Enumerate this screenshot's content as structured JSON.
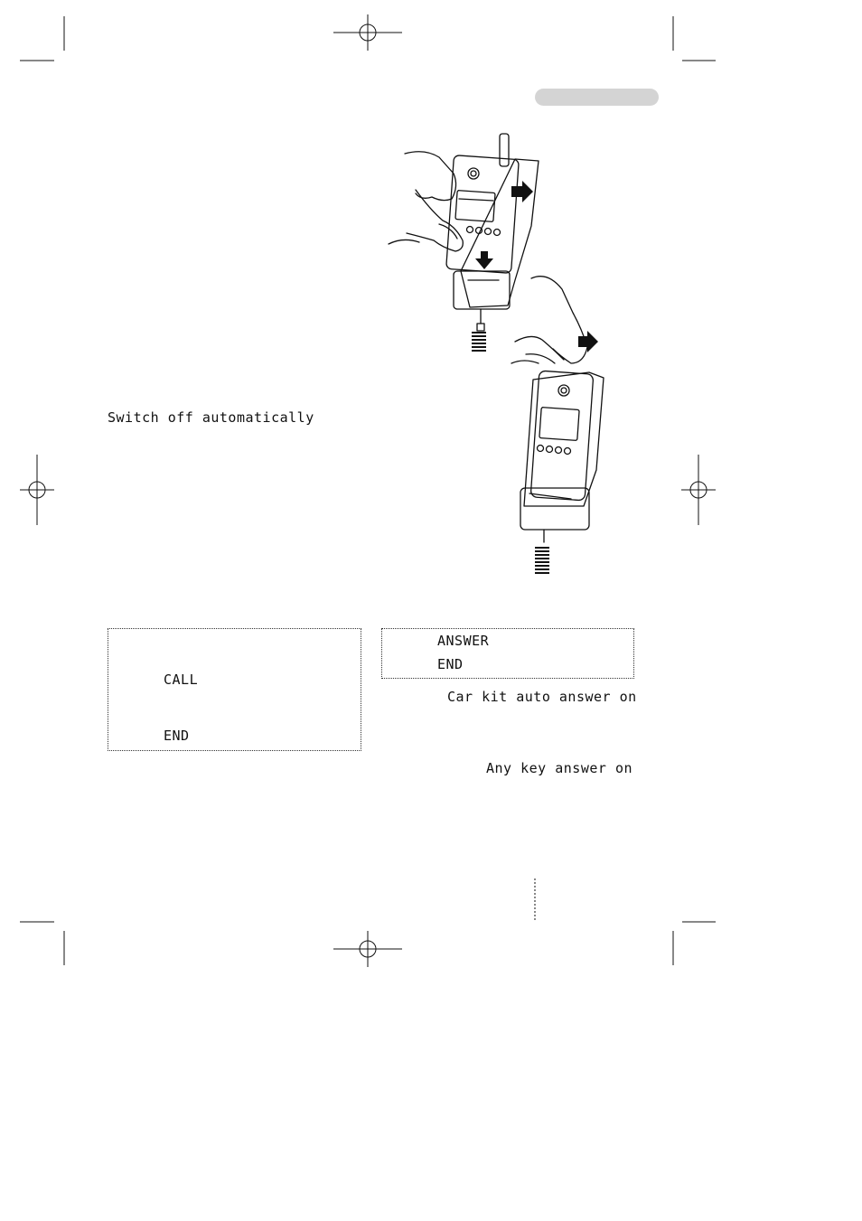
{
  "manual": {
    "switch_off_label": "Switch off automatically",
    "box_left": {
      "call_key": "CALL",
      "end_key": "END"
    },
    "box_right": {
      "answer_key": "ANSWER",
      "end_key": "END"
    },
    "car_kit_label": "Car kit auto answer on",
    "any_key_label": "Any key answer on"
  },
  "colors": {
    "ink": "#111111",
    "tab": "#d4d4d4",
    "paper": "#ffffff"
  }
}
